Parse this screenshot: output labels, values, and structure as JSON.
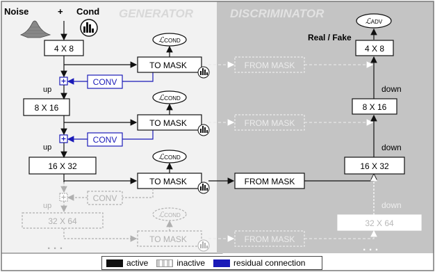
{
  "header": {
    "noise": "Noise",
    "plus": "+",
    "cond": "Cond",
    "generator": "GENERATOR",
    "discriminator": "DISCRIMINATOR",
    "real_fake": "Real / Fake",
    "l_adv": "ℒADV"
  },
  "generator": {
    "blocks": [
      "4 X 8",
      "8 X 16",
      "16 X 32",
      "32 X 64"
    ],
    "up": "up",
    "conv": "CONV",
    "to_mask": "TO MASK",
    "l_cond": "ℒCOND",
    "ellipsis": ". . ."
  },
  "discriminator": {
    "blocks": [
      "4 X 8",
      "8 X 16",
      "16 X 32",
      "32 X 64"
    ],
    "down": "down",
    "from_mask": "FROM MASK",
    "ellipsis": ". . ."
  },
  "legend": {
    "active": "active",
    "inactive": "inactive",
    "residual": "residual connection"
  },
  "colors": {
    "generator_bg": "#f2f2f2",
    "discriminator_bg": "#c4c4c4",
    "active": "#111111",
    "inactive": "#bdbdbd",
    "residual": "#1a1ab8"
  }
}
